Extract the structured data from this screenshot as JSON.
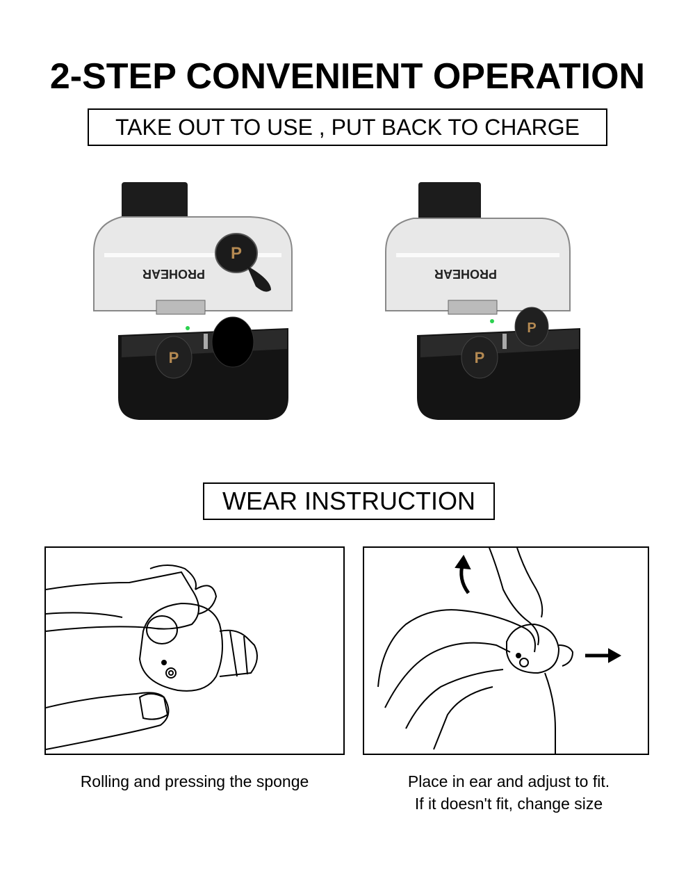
{
  "title": "2-STEP CONVENIENT OPERATION",
  "subtitle": "TAKE OUT TO USE , PUT BACK TO CHARGE",
  "brand_text": "PROHEAR",
  "brand_logo_letter": "P",
  "wear_heading": "WEAR INSTRUCTION",
  "captions": {
    "left": "Rolling and pressing the sponge",
    "right_line1": "Place in ear and adjust to fit.",
    "right_line2": "If it doesn't fit, change size"
  },
  "colors": {
    "case": "#141414",
    "lid": "#dcdcdc",
    "led": "#2bd14f",
    "logo": "#b58a52"
  }
}
